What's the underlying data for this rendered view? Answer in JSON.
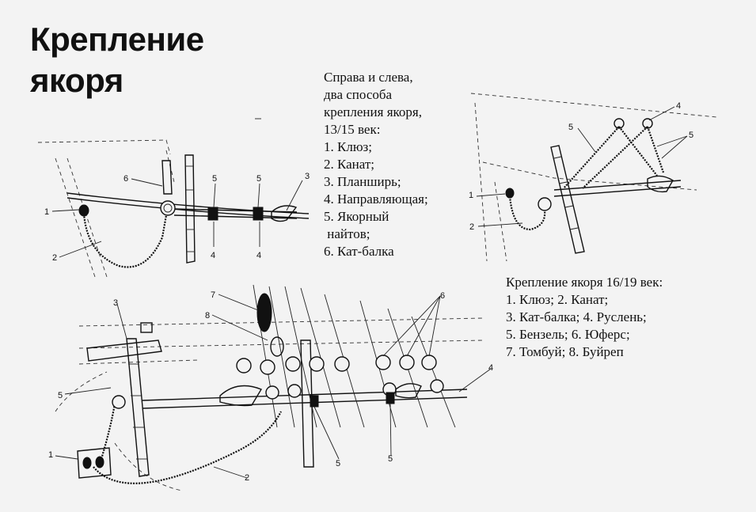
{
  "title": [
    "Крепление",
    "якоря"
  ],
  "caption_left": {
    "lines": [
      "Справа и слева,",
      "два способа",
      "крепления якоря,",
      "13/15 век:",
      "1. Клюз;",
      "2. Канат;",
      "3. Планширь;",
      "4. Направляющая;",
      "5. Якорный",
      " найтов;",
      "6. Кат-балка"
    ]
  },
  "caption_right": {
    "lines": [
      "Крепление якоря 16/19 век:",
      "1. Клюз; 2. Канат;",
      "3. Кат-балка; 4. Руслень;",
      "5. Бензель; 6. Юферс;",
      "7. Томбуй; 8. Буйреп"
    ]
  },
  "labels": {
    "d1": [
      "1",
      "2",
      "6",
      "5",
      "5",
      "3",
      "4",
      "4"
    ],
    "d2": [
      "4",
      "5",
      "5",
      "1",
      "2"
    ],
    "d3": [
      "7",
      "8",
      "3",
      "5",
      "6",
      "4",
      "1",
      "2",
      "5",
      "5"
    ]
  },
  "colors": {
    "background": "#f3f3f3",
    "ink": "#111111"
  }
}
